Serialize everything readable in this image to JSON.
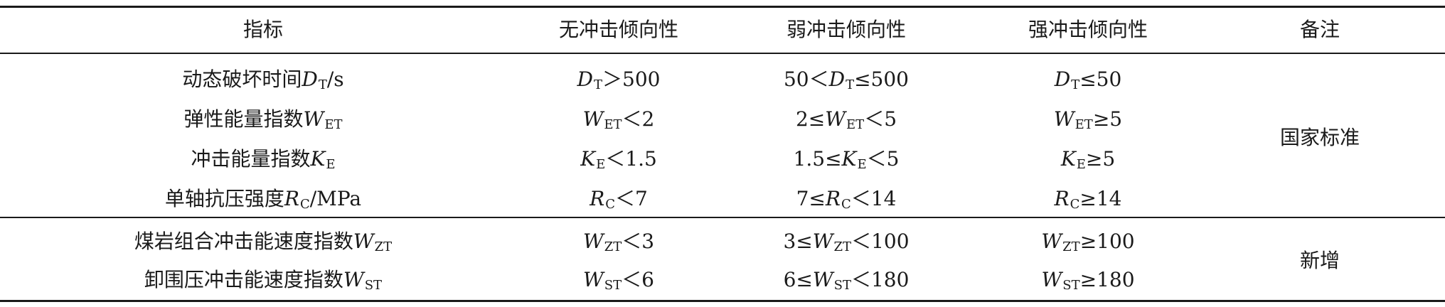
{
  "headers": [
    "指标",
    "无冲击倾向性",
    "弱冲击倾向性",
    "强冲击倾向性",
    "备注"
  ],
  "rows": [
    {
      "label": "动态破坏时间",
      "symbol": "D",
      "sub": "T",
      "unit": "/s",
      "none": {
        "pre": "",
        "sym": "D",
        "sub": "T",
        "post": "＞500"
      },
      "weak": {
        "pre": "50＜",
        "sym": "D",
        "sub": "T",
        "post": "≤500"
      },
      "strong": {
        "pre": "",
        "sym": "D",
        "sub": "T",
        "post": "≤50"
      }
    },
    {
      "label": "弹性能量指数",
      "symbol": "W",
      "sub": "ET",
      "unit": "",
      "none": {
        "pre": "",
        "sym": "W",
        "sub": "ET",
        "post": "＜2"
      },
      "weak": {
        "pre": "2≤",
        "sym": "W",
        "sub": "ET",
        "post": "＜5"
      },
      "strong": {
        "pre": "",
        "sym": "W",
        "sub": "ET",
        "post": "≥5"
      }
    },
    {
      "label": "冲击能量指数",
      "symbol": "K",
      "sub": "E",
      "unit": "",
      "none": {
        "pre": "",
        "sym": "K",
        "sub": "E",
        "post": "＜1.5"
      },
      "weak": {
        "pre": "1.5≤",
        "sym": "K",
        "sub": "E",
        "post": "＜5"
      },
      "strong": {
        "pre": "",
        "sym": "K",
        "sub": "E",
        "post": "≥5"
      }
    },
    {
      "label": "单轴抗压强度",
      "symbol": "R",
      "sub": "C",
      "unit": "/MPa",
      "none": {
        "pre": "",
        "sym": "R",
        "sub": "C",
        "post": "＜7"
      },
      "weak": {
        "pre": "7≤",
        "sym": "R",
        "sub": "C",
        "post": "＜14"
      },
      "strong": {
        "pre": "",
        "sym": "R",
        "sub": "C",
        "post": "≥14"
      }
    },
    {
      "label": "煤岩组合冲击能速度指数",
      "symbol": "W",
      "sub": "ZT",
      "unit": "",
      "none": {
        "pre": "",
        "sym": "W",
        "sub": "ZT",
        "post": "＜3"
      },
      "weak": {
        "pre": "3≤",
        "sym": "W",
        "sub": "ZT",
        "post": "＜100"
      },
      "strong": {
        "pre": "",
        "sym": "W",
        "sub": "ZT",
        "post": "≥100"
      }
    },
    {
      "label": "卸围压冲击能速度指数",
      "symbol": "W",
      "sub": "ST",
      "unit": "",
      "none": {
        "pre": "",
        "sym": "W",
        "sub": "ST",
        "post": "＜6"
      },
      "weak": {
        "pre": "6≤",
        "sym": "W",
        "sub": "ST",
        "post": "＜180"
      },
      "strong": {
        "pre": "",
        "sym": "W",
        "sub": "ST",
        "post": "≥180"
      }
    }
  ],
  "remarks": [
    "国家标准",
    "新增"
  ]
}
